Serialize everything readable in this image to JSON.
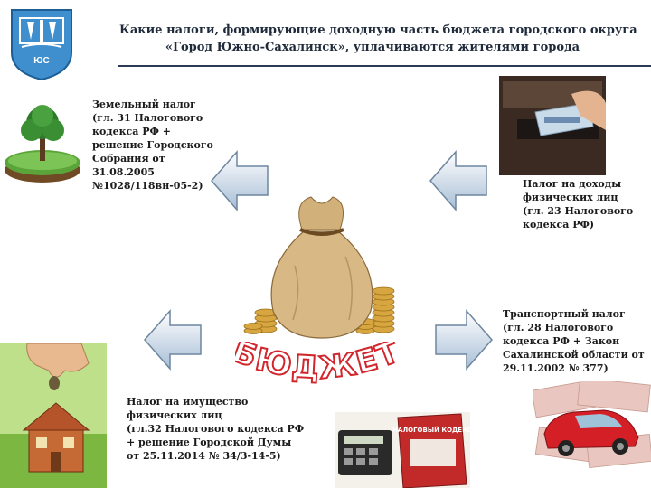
{
  "header": {
    "title_line1": "Какие налоги, формирующие доходную часть бюджета городского округа",
    "title_line2": "«Город Южно-Сахалинск», уплачиваются жителями города"
  },
  "emblem": {
    "monogram": "ЮС"
  },
  "center": {
    "stamp_text": "БЮДЖЕТ"
  },
  "taxes": {
    "land": {
      "lines": [
        "Земельный налог",
        "(гл. 31 Налогового",
        "кодекса РФ +",
        "решение Городского",
        "Собрания от",
        "31.08.2005",
        "№1028/118вн-05-2)"
      ]
    },
    "income": {
      "lines": [
        "Налог на доходы",
        "физических лиц",
        "(гл. 23 Налогового",
        "кодекса РФ)"
      ]
    },
    "transport": {
      "lines": [
        "Транспортный налог",
        "(гл. 28 Налогового",
        "кодекса РФ + Закон",
        "Сахалинской области от",
        "29.11.2002 № 377)"
      ]
    },
    "property": {
      "lines": [
        "Налог на имущество",
        "физических лиц",
        "(гл.32 Налогового кодекса РФ",
        "+ решение Городской Думы",
        "от 25.11.2014 № 34/3-14-5)"
      ]
    }
  },
  "book": {
    "cover_text": "НАЛОГОВЫЙ КОДЕКС"
  },
  "colors": {
    "arrow_fill_top": "#ffffff",
    "arrow_fill_bottom": "#a8bfd6",
    "arrow_stroke": "#6d86a0",
    "stamp_red": "#d0262c"
  }
}
